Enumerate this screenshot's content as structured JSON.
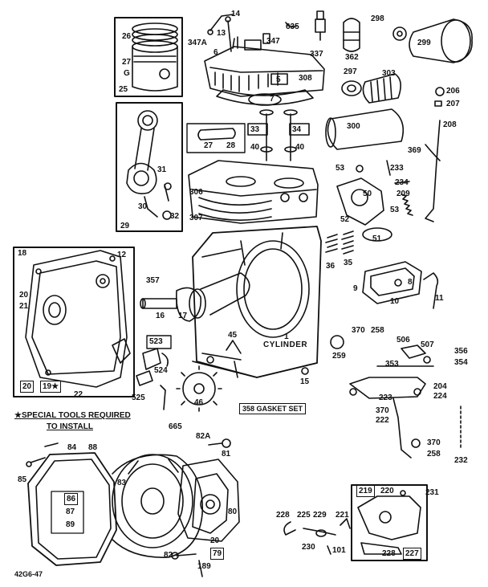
{
  "diagram": {
    "labels": {
      "l14": "14",
      "l13": "13",
      "l6": "6",
      "l347a": "347A",
      "l347": "347",
      "l635": "635",
      "l337": "337",
      "l362": "362",
      "l298": "298",
      "l299": "299",
      "l26": "26",
      "l27": "27",
      "lG": "G",
      "l25": "25",
      "l308": "308",
      "l5": "5",
      "l7": "7",
      "l297": "297",
      "l303": "303",
      "l206": "206",
      "l207": "207",
      "l300": "300",
      "l208": "208",
      "l27b": "27",
      "l28": "28",
      "l33": "33",
      "l34": "34",
      "l40a": "40",
      "l40b": "40",
      "l369": "369",
      "l31": "31",
      "l30": "30",
      "l32": "32",
      "l29": "29",
      "l306": "306",
      "l307": "307",
      "l53a": "53",
      "l233": "233",
      "l234": "234",
      "l50": "50",
      "l209": "209",
      "l53b": "53",
      "l52": "52",
      "l51": "51",
      "l18": "18",
      "l12": "12",
      "l36": "36",
      "l35": "35",
      "l357": "357",
      "l9": "9",
      "l8": "8",
      "l10": "10",
      "l11": "11",
      "l20a": "20",
      "l21": "21",
      "l16": "16",
      "l17": "17",
      "l45": "45",
      "l1": "1",
      "l370a": "370",
      "l258a": "258",
      "l506": "506",
      "l507": "507",
      "l356": "356",
      "l354": "354",
      "l353": "353",
      "l259": "259",
      "l523": "523",
      "l524": "524",
      "l15": "15",
      "l20b": "20",
      "l19": "19★",
      "l22": "22",
      "l525": "525",
      "l46": "46",
      "l204": "204",
      "l223": "223",
      "l224": "224",
      "l370b": "370",
      "l222": "222",
      "l665": "665",
      "l82a": "82A",
      "l81": "81",
      "l84": "84",
      "l88": "88",
      "l370c": "370",
      "l258b": "258",
      "l232": "232",
      "l85": "85",
      "l83": "83",
      "l86": "86",
      "l87": "87",
      "l89": "89",
      "l80": "80",
      "l219": "219",
      "l220": "220",
      "l231": "231",
      "l228a": "228",
      "l225": "225",
      "l229": "229",
      "l221": "221",
      "l230": "230",
      "l101": "101",
      "l20c": "20",
      "l82": "82",
      "l79": "79",
      "l189": "189",
      "l228b": "228",
      "l227": "227"
    },
    "cylinder": "CYLINDER",
    "gasket_set": "358 GASKET SET",
    "note_line1": "★SPECIAL TOOLS REQUIRED",
    "note_line2": "TO INSTALL",
    "code": "42G6-47"
  }
}
